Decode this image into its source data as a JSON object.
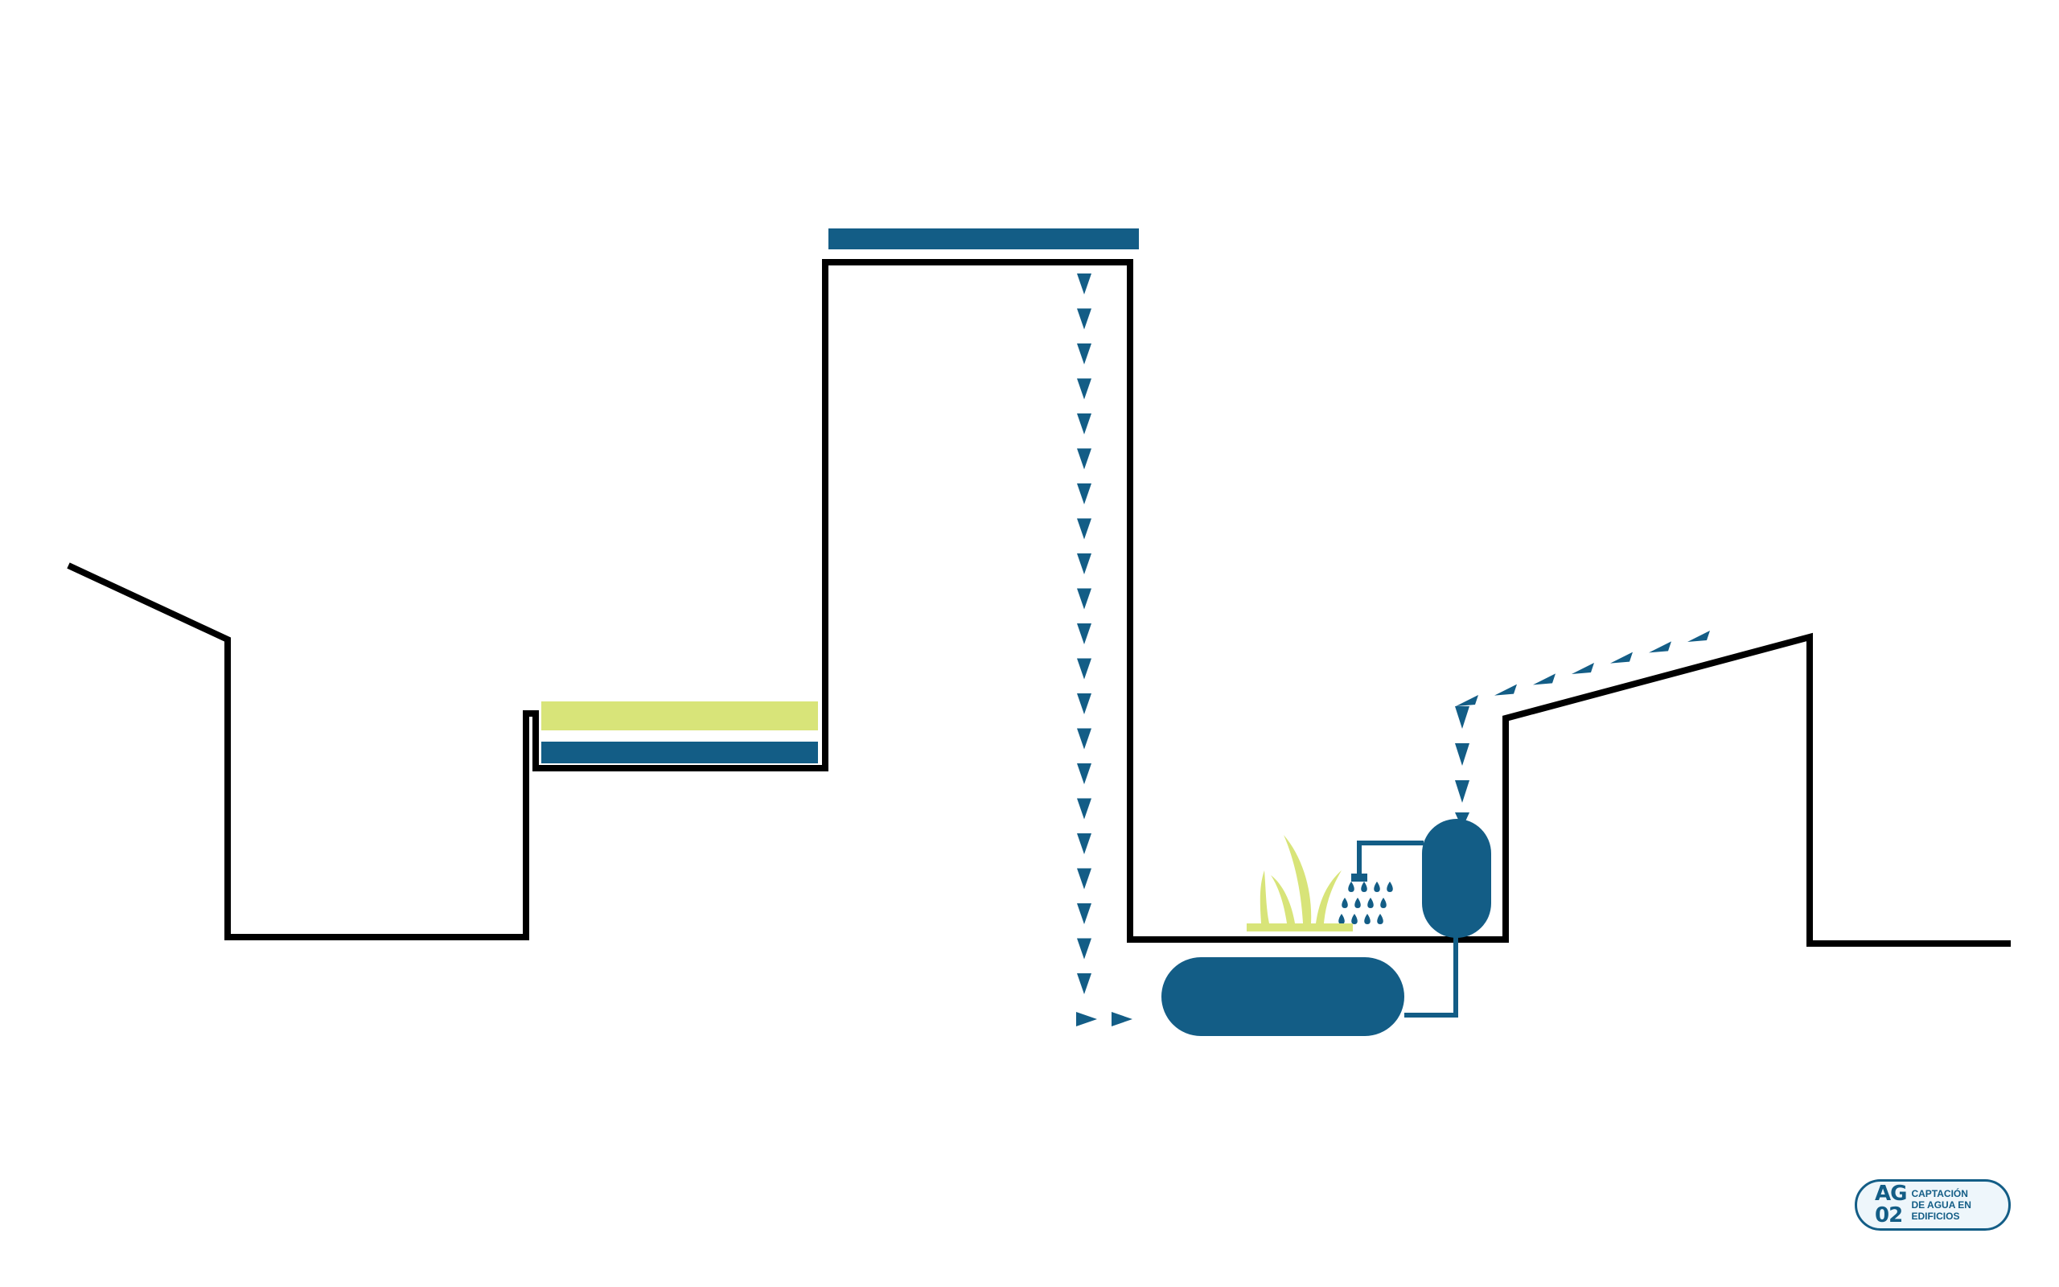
{
  "colors": {
    "outline": "#000000",
    "water": "#135d86",
    "green": "#d8e479",
    "badge_bg": "#eef6fb"
  },
  "icons": [
    "rain-arrow-icon",
    "grass-icon",
    "water-drop-icon",
    "cistern-tank-icon",
    "pressure-tank-icon"
  ],
  "badge": {
    "code_line1": "AG",
    "code_line2": "02",
    "text_line1": "CAPTACIÓN",
    "text_line2": "DE AGUA EN",
    "text_line3": "EDIFICIOS"
  }
}
